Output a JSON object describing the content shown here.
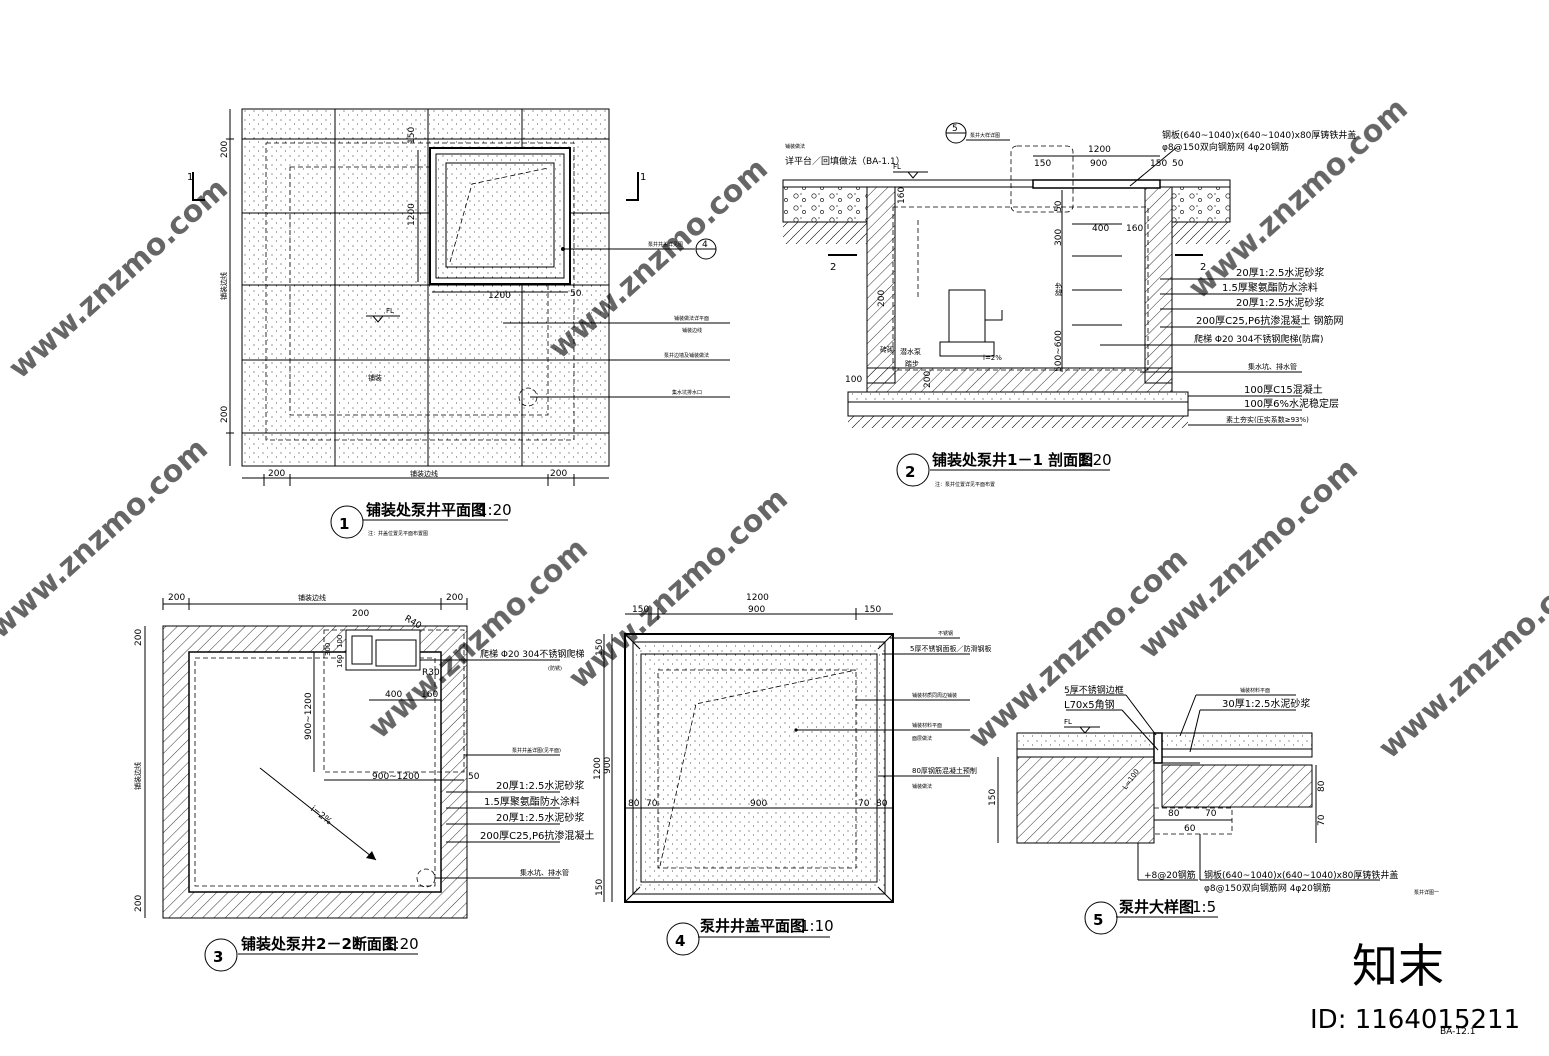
{
  "titles": {
    "t1": "铺装处泵井平面图",
    "t1_scale": "1:20",
    "t1_note": "注：井盖位置见平面布置图",
    "t2": "铺装处泵井1－1 剖面图",
    "t2_scale": "1:20",
    "t2_note": "注：泵井位置详见平面布置",
    "t3": "铺装处泵井2－2断面图",
    "t3_scale": "1:20",
    "t4": "泵井井盖平面图",
    "t4_scale": "1:10",
    "t5": "泵井大样图",
    "t5_scale": "1:5",
    "n1": "1",
    "n2": "2",
    "n3": "3",
    "n4": "4",
    "n5": "5"
  },
  "plan1": {
    "d200a": "200",
    "d200b": "200",
    "d200c": "200",
    "d200d": "200",
    "d1200": "1200",
    "d1200v": "1200",
    "d50": "50",
    "d150": "150",
    "side": "铺装边线",
    "bottom": "铺装边线",
    "fl": "FL",
    "paving": "铺装",
    "c1": "泵井井盖详见图",
    "c2": "铺装做法详平面",
    "c2b": "铺装边线",
    "c3": "泵井边墙及铺装做法",
    "c4": "集水坑排水口",
    "ref4": "4",
    "sec1a": "1",
    "sec1b": "1"
  },
  "sect2": {
    "top_a": "钢板(640~1040)x(640~1040)x80厚铸铁井盖",
    "top_b": "φ8@150双向钢筋网  4φ20钢筋",
    "d1200": "1200",
    "d150a": "150",
    "d900": "900",
    "d150b": "150",
    "d50": "50",
    "d400": "400",
    "d160": "160",
    "d300": "300",
    "d50v": "50",
    "d160v": "160",
    "d200": "200",
    "d200b": "200",
    "d100": "100",
    "d500": "500~600",
    "step": "踏步",
    "ref_ba": "详平台／回填做法（BA-1.1）",
    "ref_ba0": "铺装做法",
    "ref5": "5",
    "ref5_label": "泵井大样详图",
    "fl": "FL",
    "sec2": "2",
    "sec2b": "2",
    "slope": "i=2%",
    "pump": "潜水泵",
    "wall_label": "砖砌",
    "vert": "踏步",
    "r1": "20厚1:2.5水泥砂浆",
    "r2": "1.5厚聚氨酯防水涂料",
    "r3": "20厚1:2.5水泥砂浆",
    "r4": "200厚C25,P6抗渗混凝土 钢筋网",
    "r5": "爬梯 Φ20 304不锈钢爬梯(防腐)",
    "r6": "集水坑、排水管",
    "r7": "100厚C15混凝土",
    "r8": "100厚6%水泥稳定层",
    "r9": "素土夯实(压实系数≥93%)"
  },
  "sect3": {
    "d200a": "200",
    "d200b": "200",
    "d200c": "200",
    "d200d": "200",
    "top": "铺装边线",
    "side": "铺装边线",
    "d200t": "200",
    "r40": "R40",
    "r30": "R30",
    "d300": "300",
    "d100": "100",
    "d160": "160",
    "d400": "400",
    "d160b": "160",
    "d900": "900~1200",
    "d900h": "900~1200",
    "d50": "50",
    "slope": "i=2%",
    "c1": "爬梯 Φ20 304不锈钢爬梯",
    "c1b": "(防锈)",
    "c2": "泵井井盖详图(见平面)",
    "r1": "20厚1:2.5水泥砂浆",
    "r2": "1.5厚聚氨酯防水涂料",
    "r3": "20厚1:2.5水泥砂浆",
    "r4": "200厚C25,P6抗渗混凝土",
    "r5": "集水坑、排水管"
  },
  "plan4": {
    "d1200": "1200",
    "d150a": "150",
    "d900": "900",
    "d150b": "150",
    "v150a": "150",
    "v1200": "1200",
    "v900": "900",
    "v150b": "150",
    "h80a": "80",
    "h70a": "70",
    "h900": "900",
    "h70b": "70",
    "h80b": "80",
    "c1": "不锈钢",
    "c2": "5厚不锈钢面板／防滑钢板",
    "c3": "铺装材质同周边铺装",
    "c4": "铺装材料平面",
    "c4b": "面层做法",
    "c5": "80厚钢筋混凝土预制",
    "c5b": "铺装做法"
  },
  "detail5": {
    "l1": "5厚不锈钢边框",
    "l2": "L70x5角钢",
    "fl": "FL",
    "l3": "铺装材料平面",
    "l4": "30厚1:2.5水泥砂浆",
    "d150": "150",
    "d80v": "80",
    "d70v": "70",
    "d80": "80",
    "d70": "70",
    "d60": "60",
    "d100": "L=100",
    "rebar": "+8@20钢筋",
    "b1": "钢板(640~1040)x(640~1040)x80厚铸铁井盖",
    "b2": "φ8@150双向钢筋网  4φ20钢筋",
    "side": "泵井详图一"
  },
  "watermarks": {
    "w1": "www.znzmo.com",
    "w2": "www.znzmo.com",
    "w3": "www.znzmo.com",
    "w4": "www.znzmo.com",
    "w5": "www.znzmo.com",
    "w6": "www.znzmo.com",
    "w7": "www.znzmo.com",
    "w8": "www.znzmo.com",
    "w9": "www.znzmo.com",
    "logo": "知末",
    "id": "ID: 1164015211",
    "sheet": "BA-12.1"
  }
}
